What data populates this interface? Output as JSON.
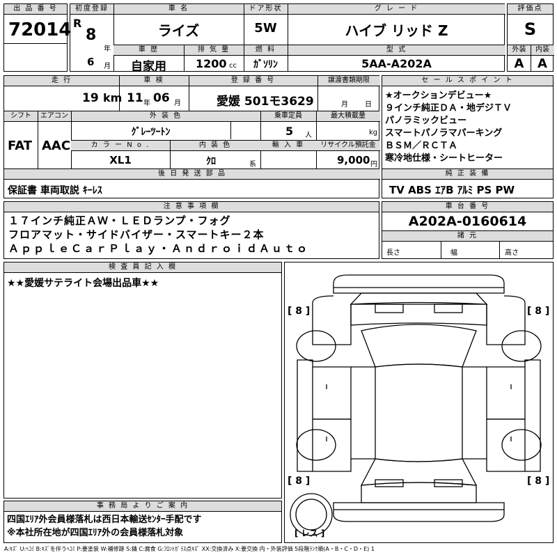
{
  "lot": {
    "label": "出 品 番 号",
    "value": "72014"
  },
  "reg": {
    "label": "初度登録",
    "era": "R",
    "year": "8",
    "year_unit": "年",
    "month": "6",
    "month_unit": "月"
  },
  "car_name": {
    "label": "車 名",
    "value": "ライズ"
  },
  "door": {
    "label": "ドア形状",
    "value": "5W"
  },
  "grade": {
    "label": "グ レ ー ド",
    "value": "ハイブ リッド Z"
  },
  "score": {
    "label": "評価点",
    "value": "S"
  },
  "history": {
    "label": "車 歴",
    "value": "自家用"
  },
  "displacement": {
    "label": "排 気 量",
    "value": "1200",
    "unit": "cc"
  },
  "fuel": {
    "label": "燃 料",
    "value": "ｶﾞｿﾘﾝ"
  },
  "model_code": {
    "label": "型 式",
    "value": "5AA-A202A"
  },
  "ext_int": {
    "ext_label": "外装",
    "int_label": "内装",
    "ext": "A",
    "int": "A"
  },
  "mileage": {
    "label": "走 行",
    "value": "19",
    "unit": "km"
  },
  "inspection": {
    "label": "車 検",
    "year": "11",
    "year_unit": "年",
    "month": "06",
    "month_unit": "月"
  },
  "plate": {
    "label": "登 録 番 号",
    "value": "愛媛 501モ3629"
  },
  "transfer": {
    "label": "譲渡書類期限",
    "month_unit": "月",
    "day_unit": "日"
  },
  "shift": {
    "label": "シフト",
    "value": "FAT"
  },
  "aircon": {
    "label": "エアコン",
    "value": "AAC"
  },
  "ext_color": {
    "label": "外 装 色",
    "value": "ｸﾞﾚｰﾂｰﾄﾝ"
  },
  "capacity": {
    "label": "乗車定員",
    "value": "5",
    "unit": "人"
  },
  "max_load": {
    "label": "最大積載量",
    "unit": "kg"
  },
  "color_no": {
    "label": "カ ラ ー N o .",
    "value": "XL1"
  },
  "int_color": {
    "label": "内 装 色",
    "value": "ｸﾛ",
    "unit": "系"
  },
  "import": {
    "label": "輸 入 車"
  },
  "recycle": {
    "label": "リサイクル預託金",
    "value": "9,000",
    "unit": "円"
  },
  "later_parts": {
    "label": "後 日 発 送 部 品",
    "value": "保証書 車両取説 ｷｰﾚｽ"
  },
  "sales_points": {
    "label": "セ ー ル ス ポ イ ン ト",
    "items": [
      "★オークションデビュー★",
      "９インチ純正ＤＡ・地デジＴＶ",
      "パノラミックビュー",
      "スマートパノラマパーキング",
      "ＢＳＭ／ＲＣＴＡ",
      "寒冷地仕様・シートヒーター"
    ]
  },
  "equipment": {
    "label": "純 正 装 備",
    "value": "TV ABS ｴｱB ｱﾙﾐ PS PW"
  },
  "notes": {
    "label": "注 意 事 項 欄",
    "lines": [
      "１７インチ純正ＡＷ・ＬＥＤランプ・フォグ",
      "フロアマット・サイドバイザー・スマートキー２本",
      "ＡｐｐｌｅＣａｒＰｌａｙ・ＡｎｄｒｏｉｄＡｕｔｏ"
    ]
  },
  "chassis": {
    "label": "車 台 番 号",
    "value": "A202A-0160614"
  },
  "dims": {
    "label": "諸 元",
    "length": "長さ",
    "width": "幅",
    "height": "高さ"
  },
  "inspector": {
    "label": "検 査 員 記 入 欄",
    "value": "★★愛媛サテライト会場出品車★★"
  },
  "diagram": {
    "tire_fl": "[ 8 ]",
    "tire_fr": "[ 8 ]",
    "tire_rl": "[ 8 ]",
    "tire_rr": "[ 8 ]",
    "spare": "[ レス ]"
  },
  "office": {
    "label": "事 務 局 よ り ご 案 内",
    "lines": [
      "四国ｴﾘｱ外会員様落札は西日本輸送ｾﾝﾀｰ手配です",
      "※本社所在地が四国ｴﾘｱ外の会員様落札対象"
    ]
  },
  "legend": "A:ｷｽﾞ U:ﾍｺﾐ B:ｷｽﾞを伴うﾍｺﾐ P:要塗装 W:補修跡 S:錆 C:腐食 G:ﾌﾛﾝﾄｶﾞﾗｽ点ｷｽﾞ XX:交換済み X:要交換 内・外装評価 5段階ﾗﾝｸ順(A・B・C・D・E) 1"
}
